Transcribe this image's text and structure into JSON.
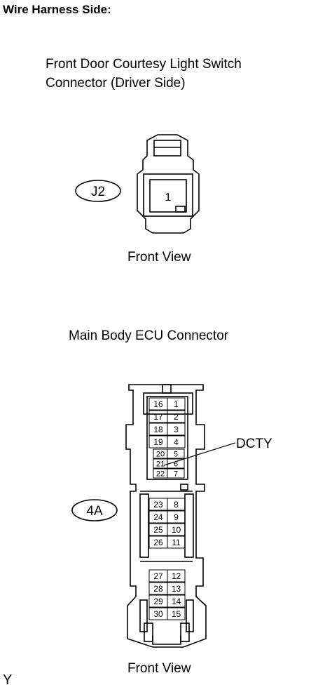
{
  "heading": "Wire Harness Side:",
  "connector1": {
    "title_line1": "Front Door Courtesy Light Switch",
    "title_line2": "Connector (Driver Side)",
    "code": "J2",
    "pins": [
      "1"
    ],
    "view_label": "Front View"
  },
  "connector2": {
    "title": "Main Body ECU Connector",
    "code": "4A",
    "view_label": "Front View",
    "callout": {
      "label": "DCTY",
      "pin": "21"
    },
    "pin_rows": [
      [
        "16",
        "1"
      ],
      [
        "17",
        "2"
      ],
      [
        "18",
        "3"
      ],
      [
        "19",
        "4"
      ],
      [
        "20",
        "5"
      ],
      [
        "21",
        "6"
      ],
      [
        "22",
        "7"
      ],
      [
        "23",
        "8"
      ],
      [
        "24",
        "9"
      ],
      [
        "25",
        "10"
      ],
      [
        "26",
        "11"
      ],
      [
        "27",
        "12"
      ],
      [
        "28",
        "13"
      ],
      [
        "29",
        "14"
      ],
      [
        "30",
        "15"
      ]
    ]
  },
  "footer_code": "Y"
}
